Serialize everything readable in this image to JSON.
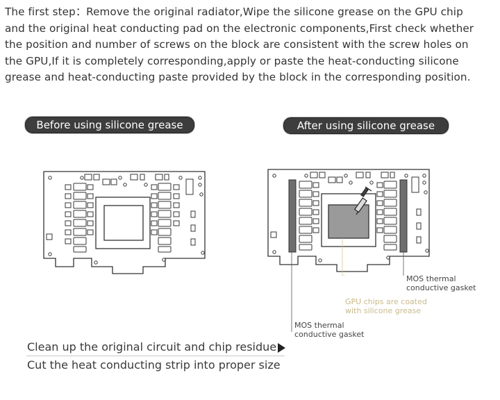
{
  "intro": {
    "lines": [
      "The first step：Remove the original radiator,Wipe the silicone grease on the GPU chip",
      "and the original heat conducting pad on the electronic components,First check whether",
      "the position and number of screws on the block are consistent with the screw holes on",
      "the GPU,If it is completely corresponding,apply or paste the heat-conducting silicone",
      "grease and heat-conducting paste provided by the block in the corresponding position."
    ]
  },
  "labels": {
    "before": "Before using silicone grease",
    "after": "After using silicone grease"
  },
  "annotations": {
    "mos_right": [
      "MOS thermal",
      "conductive gasket"
    ],
    "gpu": [
      "GPU chips are coated",
      "with silicone grease"
    ],
    "mos_left": [
      "MOS thermal",
      "conductive gasket"
    ]
  },
  "steps": {
    "step1": "Clean up the original circuit and chip residue",
    "step2": "Cut the heat conducting strip into proper size"
  },
  "colors": {
    "pill_bg": "#3d3d3d",
    "gpu_annotation": "#c9b98a",
    "grease_fill": "#9a9a9a",
    "gasket_fill": "#6e6e6e"
  }
}
